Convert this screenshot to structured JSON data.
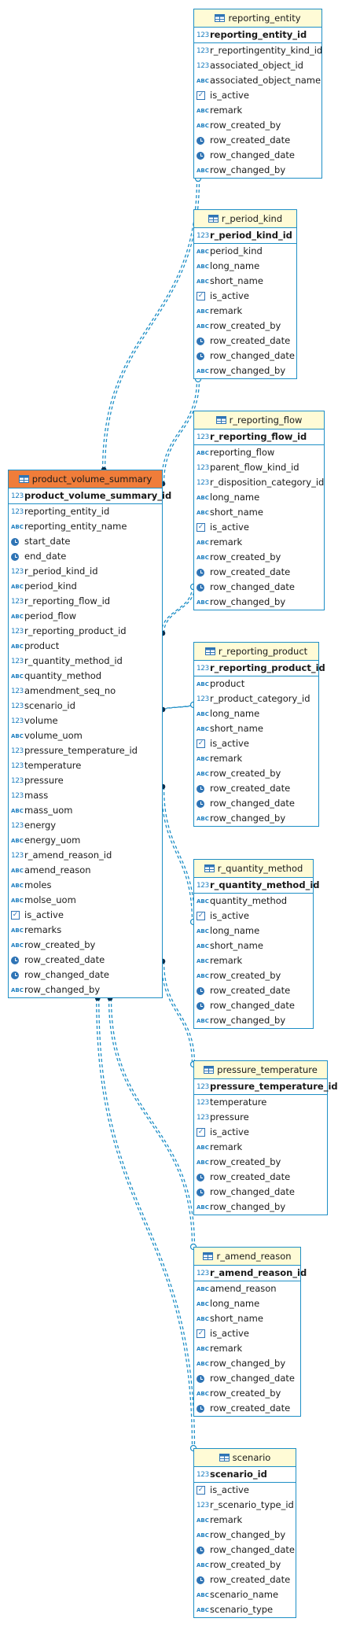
{
  "colors": {
    "border": "#1e8fc6",
    "header": "#fffbd6",
    "main_header": "#f07d3a",
    "edge": "#1e8fc6"
  },
  "type_icons": {
    "int": "123",
    "text": "ABC",
    "date": "clock-icon",
    "bool": "checkbox-icon"
  },
  "entities": [
    {
      "name": "reporting_entity",
      "columns": [
        {
          "name": "reporting_entity_id",
          "type": "int",
          "pk": true
        },
        {
          "name": "r_reportingentity_kind_id",
          "type": "int"
        },
        {
          "name": "associated_object_id",
          "type": "int"
        },
        {
          "name": "associated_object_name",
          "type": "text"
        },
        {
          "name": "is_active",
          "type": "bool"
        },
        {
          "name": "remark",
          "type": "text"
        },
        {
          "name": "row_created_by",
          "type": "text"
        },
        {
          "name": "row_created_date",
          "type": "date"
        },
        {
          "name": "row_changed_date",
          "type": "date"
        },
        {
          "name": "row_changed_by",
          "type": "text"
        }
      ]
    },
    {
      "name": "r_period_kind",
      "columns": [
        {
          "name": "r_period_kind_id",
          "type": "int",
          "pk": true
        },
        {
          "name": "period_kind",
          "type": "text"
        },
        {
          "name": "long_name",
          "type": "text"
        },
        {
          "name": "short_name",
          "type": "text"
        },
        {
          "name": "is_active",
          "type": "bool"
        },
        {
          "name": "remark",
          "type": "text"
        },
        {
          "name": "row_created_by",
          "type": "text"
        },
        {
          "name": "row_created_date",
          "type": "date"
        },
        {
          "name": "row_changed_date",
          "type": "date"
        },
        {
          "name": "row_changed_by",
          "type": "text"
        }
      ]
    },
    {
      "name": "r_reporting_flow",
      "columns": [
        {
          "name": "r_reporting_flow_id",
          "type": "int",
          "pk": true
        },
        {
          "name": "reporting_flow",
          "type": "text"
        },
        {
          "name": "parent_flow_kind_id",
          "type": "int"
        },
        {
          "name": "r_disposition_category_id",
          "type": "int"
        },
        {
          "name": "long_name",
          "type": "text"
        },
        {
          "name": "short_name",
          "type": "text"
        },
        {
          "name": "is_active",
          "type": "bool"
        },
        {
          "name": "remark",
          "type": "text"
        },
        {
          "name": "row_created_by",
          "type": "text"
        },
        {
          "name": "row_created_date",
          "type": "date"
        },
        {
          "name": "row_changed_date",
          "type": "date"
        },
        {
          "name": "row_changed_by",
          "type": "text"
        }
      ]
    },
    {
      "name": "product_volume_summary",
      "main": true,
      "columns": [
        {
          "name": "product_volume_summary_id",
          "type": "int",
          "pk": true
        },
        {
          "name": "reporting_entity_id",
          "type": "int"
        },
        {
          "name": "reporting_entity_name",
          "type": "text"
        },
        {
          "name": "start_date",
          "type": "date"
        },
        {
          "name": "end_date",
          "type": "date"
        },
        {
          "name": "r_period_kind_id",
          "type": "int"
        },
        {
          "name": "period_kind",
          "type": "text"
        },
        {
          "name": "r_reporting_flow_id",
          "type": "int"
        },
        {
          "name": "period_flow",
          "type": "text"
        },
        {
          "name": "r_reporting_product_id",
          "type": "int"
        },
        {
          "name": "product",
          "type": "text"
        },
        {
          "name": "r_quantity_method_id",
          "type": "int"
        },
        {
          "name": "quantity_method",
          "type": "text"
        },
        {
          "name": "amendment_seq_no",
          "type": "int"
        },
        {
          "name": "scenario_id",
          "type": "int"
        },
        {
          "name": "volume",
          "type": "int"
        },
        {
          "name": "volume_uom",
          "type": "text"
        },
        {
          "name": "pressure_temperature_id",
          "type": "int"
        },
        {
          "name": "temperature",
          "type": "int"
        },
        {
          "name": "pressure",
          "type": "int"
        },
        {
          "name": "mass",
          "type": "int"
        },
        {
          "name": "mass_uom",
          "type": "text"
        },
        {
          "name": "energy",
          "type": "int"
        },
        {
          "name": "energy_uom",
          "type": "text"
        },
        {
          "name": "r_amend_reason_id",
          "type": "int"
        },
        {
          "name": "amend_reason",
          "type": "text"
        },
        {
          "name": "moles",
          "type": "text"
        },
        {
          "name": "molse_uom",
          "type": "text"
        },
        {
          "name": "is_active",
          "type": "bool"
        },
        {
          "name": "remarks",
          "type": "text"
        },
        {
          "name": "row_created_by",
          "type": "text"
        },
        {
          "name": "row_created_date",
          "type": "date"
        },
        {
          "name": "row_changed_date",
          "type": "date"
        },
        {
          "name": "row_changed_by",
          "type": "text"
        }
      ]
    },
    {
      "name": "r_reporting_product",
      "columns": [
        {
          "name": "r_reporting_product_id",
          "type": "int",
          "pk": true
        },
        {
          "name": "product",
          "type": "text"
        },
        {
          "name": "r_product_category_id",
          "type": "int"
        },
        {
          "name": "long_name",
          "type": "text"
        },
        {
          "name": "short_name",
          "type": "text"
        },
        {
          "name": "is_active",
          "type": "bool"
        },
        {
          "name": "remark",
          "type": "text"
        },
        {
          "name": "row_created_by",
          "type": "text"
        },
        {
          "name": "row_created_date",
          "type": "date"
        },
        {
          "name": "row_changed_date",
          "type": "date"
        },
        {
          "name": "row_changed_by",
          "type": "text"
        }
      ]
    },
    {
      "name": "r_quantity_method",
      "columns": [
        {
          "name": "r_quantity_method_id",
          "type": "int",
          "pk": true
        },
        {
          "name": "quantity_method",
          "type": "text"
        },
        {
          "name": "is_active",
          "type": "bool"
        },
        {
          "name": "long_name",
          "type": "text"
        },
        {
          "name": "short_name",
          "type": "text"
        },
        {
          "name": "remark",
          "type": "text"
        },
        {
          "name": "row_created_by",
          "type": "text"
        },
        {
          "name": "row_created_date",
          "type": "date"
        },
        {
          "name": "row_changed_date",
          "type": "date"
        },
        {
          "name": "row_changed_by",
          "type": "text"
        }
      ]
    },
    {
      "name": "pressure_temperature",
      "columns": [
        {
          "name": "pressure_temperature_id",
          "type": "int",
          "pk": true
        },
        {
          "name": "temperature",
          "type": "int"
        },
        {
          "name": "pressure",
          "type": "int"
        },
        {
          "name": "is_active",
          "type": "bool"
        },
        {
          "name": "remark",
          "type": "text"
        },
        {
          "name": "row_created_by",
          "type": "text"
        },
        {
          "name": "row_created_date",
          "type": "date"
        },
        {
          "name": "row_changed_date",
          "type": "date"
        },
        {
          "name": "row_changed_by",
          "type": "text"
        }
      ]
    },
    {
      "name": "r_amend_reason",
      "columns": [
        {
          "name": "r_amend_reason_id",
          "type": "int",
          "pk": true
        },
        {
          "name": "amend_reason",
          "type": "text"
        },
        {
          "name": "long_name",
          "type": "text"
        },
        {
          "name": "short_name",
          "type": "text"
        },
        {
          "name": "is_active",
          "type": "bool"
        },
        {
          "name": "remark",
          "type": "text"
        },
        {
          "name": "row_changed_by",
          "type": "text"
        },
        {
          "name": "row_changed_date",
          "type": "date"
        },
        {
          "name": "row_created_by",
          "type": "text"
        },
        {
          "name": "row_created_date",
          "type": "date"
        }
      ]
    },
    {
      "name": "scenario",
      "columns": [
        {
          "name": "scenario_id",
          "type": "int",
          "pk": true
        },
        {
          "name": "is_active",
          "type": "bool"
        },
        {
          "name": "r_scenario_type_id",
          "type": "int"
        },
        {
          "name": "remark",
          "type": "text"
        },
        {
          "name": "row_changed_by",
          "type": "text"
        },
        {
          "name": "row_changed_date",
          "type": "date"
        },
        {
          "name": "row_created_by",
          "type": "text"
        },
        {
          "name": "row_created_date",
          "type": "date"
        },
        {
          "name": "scenario_name",
          "type": "text"
        },
        {
          "name": "scenario_type",
          "type": "text"
        }
      ]
    }
  ],
  "relationships": [
    {
      "from": "product_volume_summary",
      "to": "reporting_entity"
    },
    {
      "from": "product_volume_summary",
      "to": "r_period_kind"
    },
    {
      "from": "product_volume_summary",
      "to": "r_reporting_flow"
    },
    {
      "from": "product_volume_summary",
      "to": "r_reporting_product"
    },
    {
      "from": "product_volume_summary",
      "to": "r_quantity_method"
    },
    {
      "from": "product_volume_summary",
      "to": "pressure_temperature"
    },
    {
      "from": "product_volume_summary",
      "to": "r_amend_reason"
    },
    {
      "from": "product_volume_summary",
      "to": "scenario"
    }
  ]
}
